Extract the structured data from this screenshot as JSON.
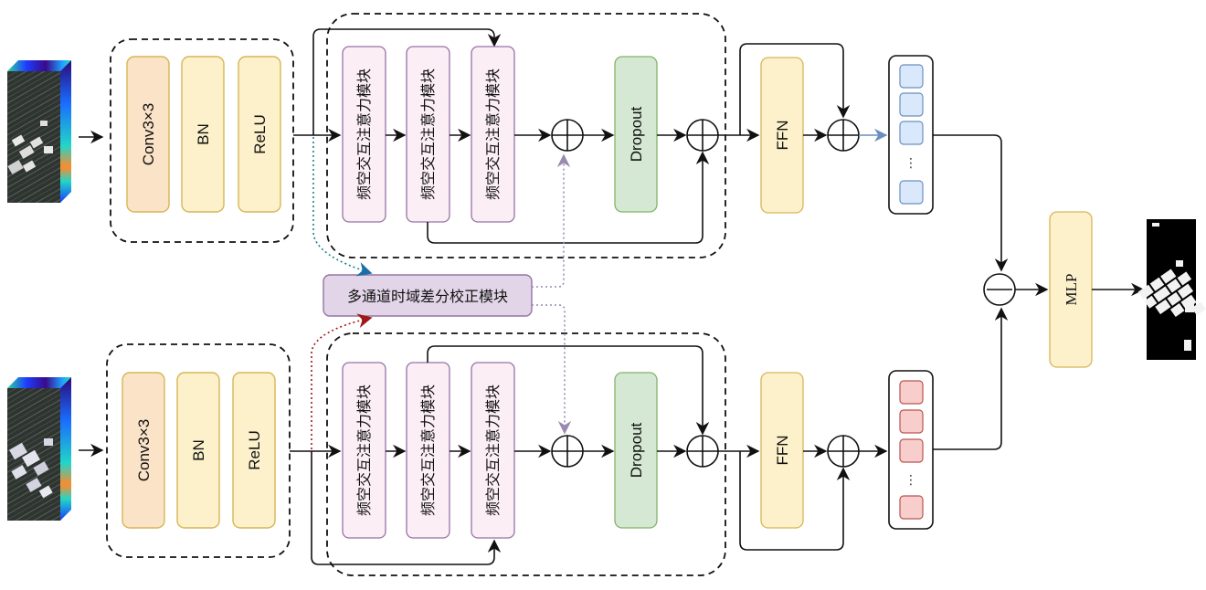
{
  "colors": {
    "conv_fill": "#fbe3c8",
    "conv_stroke": "#d6b656",
    "bn_fill": "#fdf1cc",
    "bn_stroke": "#d6b656",
    "attn_fill": "#fbeef5",
    "attn_stroke": "#9673a6",
    "dropout_fill": "#d5e8d4",
    "dropout_stroke": "#82b366",
    "ffn_fill": "#fdf1cc",
    "ffn_stroke": "#d6b656",
    "token_top_fill": "#dae8fc",
    "token_top_stroke": "#6c8ebf",
    "token_bottom_fill": "#f8cecc",
    "token_bottom_stroke": "#b85450",
    "correction_fill": "#e1d5e7",
    "correction_stroke": "#9673a6",
    "dotted_teal": "#0e7c86",
    "dotted_red": "#9b1c1c",
    "dotted_purple": "#9a8ab0",
    "arrow_blue": "#6c8ebf"
  },
  "branches": [
    {
      "id": "top",
      "input_image": "hyperspectral-cube-t1",
      "stem": [
        "Conv3×3",
        "BN",
        "ReLU"
      ],
      "attention_blocks": [
        "频空交互注意力模块",
        "频空交互注意力模块",
        "频空交互注意力模块"
      ],
      "dropout": "Dropout",
      "ffn": "FFN",
      "token_ellipsis": "⋮"
    },
    {
      "id": "bottom",
      "input_image": "hyperspectral-cube-t2",
      "stem": [
        "Conv3×3",
        "BN",
        "ReLU"
      ],
      "attention_blocks": [
        "频空交互注意力模块",
        "频空交互注意力模块",
        "频空交互注意力模块"
      ],
      "dropout": "Dropout",
      "ffn": "FFN",
      "token_ellipsis": "⋮"
    }
  ],
  "correction_module": "多通道时域差分校正模块",
  "operators": {
    "add": "⊕",
    "subtract": "⊖"
  },
  "mlp": "MLP",
  "output_image": "change-map"
}
